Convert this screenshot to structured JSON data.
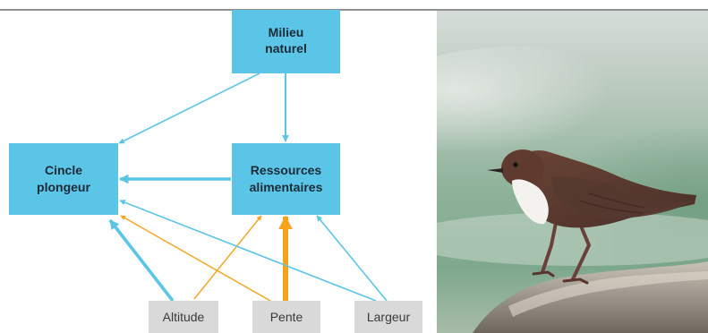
{
  "diagram": {
    "colors": {
      "box": "#5bc5e8",
      "grey_box": "#d9d9d9",
      "blue_arrow": "#5bc5e8",
      "orange_arrow": "#f7a21b",
      "top_rule": "#222222"
    },
    "nodes": {
      "milieu": {
        "line1": "Milieu",
        "line2": "naturel"
      },
      "cincle": {
        "line1": "Cincle",
        "line2": "plongeur"
      },
      "ressources": {
        "line1": "Ressources",
        "line2": "alimentaires"
      },
      "altitude": {
        "label": "Altitude"
      },
      "pente": {
        "label": "Pente"
      },
      "largeur": {
        "label": "Largeur"
      }
    },
    "edges": [
      {
        "from": "milieu",
        "to": "cincle",
        "color": "blue",
        "weight": "thin"
      },
      {
        "from": "milieu",
        "to": "ressources",
        "color": "blue",
        "weight": "medium"
      },
      {
        "from": "ressources",
        "to": "cincle",
        "color": "blue",
        "weight": "thick"
      },
      {
        "from": "altitude",
        "to": "cincle",
        "color": "blue",
        "weight": "thick"
      },
      {
        "from": "altitude",
        "to": "ressources",
        "color": "orange",
        "weight": "thin"
      },
      {
        "from": "pente",
        "to": "cincle",
        "color": "orange",
        "weight": "thin"
      },
      {
        "from": "pente",
        "to": "ressources",
        "color": "orange",
        "weight": "very-thick"
      },
      {
        "from": "largeur",
        "to": "cincle",
        "color": "blue",
        "weight": "thin"
      },
      {
        "from": "largeur",
        "to": "ressources",
        "color": "blue",
        "weight": "thin"
      }
    ]
  },
  "photo": {
    "subject": "white-throated dipper on a rock",
    "colors": {
      "background": "#8fb39b",
      "plumage": "#5a3a2e",
      "breast": "#f4f2ee",
      "rock": "#9a948a"
    }
  }
}
